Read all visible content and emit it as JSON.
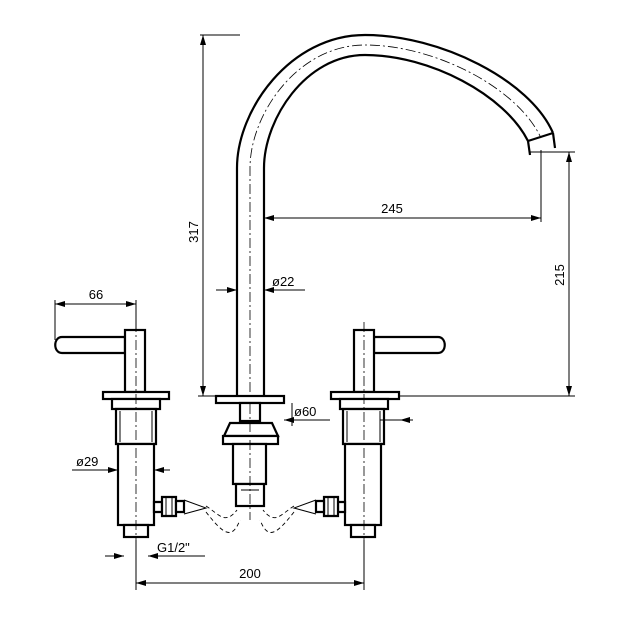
{
  "drawing": {
    "dimensions": {
      "height_total": "317",
      "spout_reach": "245",
      "spout_height": "215",
      "handle_width": "66",
      "spout_diameter": "ø22",
      "base_diameter": "ø60",
      "body_diameter": "ø29",
      "thread": "G1/2\"",
      "center_distance": "200"
    }
  }
}
